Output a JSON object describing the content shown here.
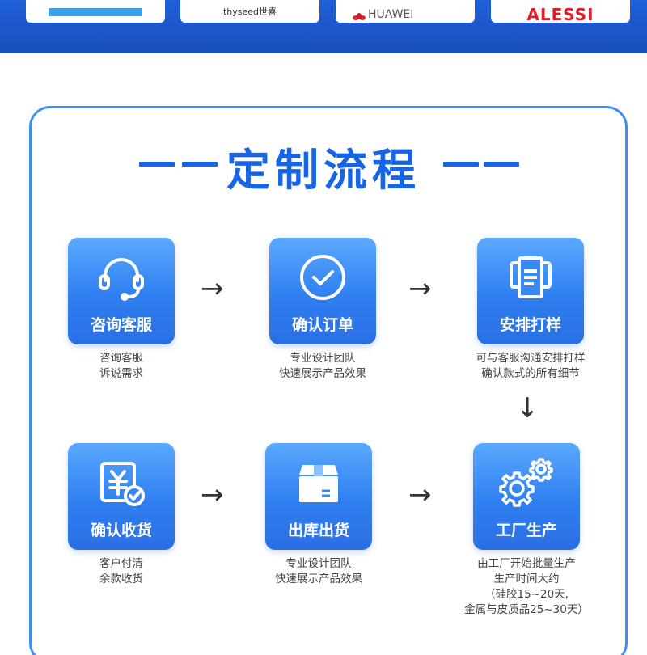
{
  "header": {
    "logos": [
      "",
      "thyseed世喜",
      "HUAWEI",
      "ALESSI"
    ]
  },
  "title": "定制流程",
  "steps": [
    {
      "label": "咨询客服",
      "desc": [
        "咨询客服",
        "诉说需求"
      ],
      "icon": "headset-icon"
    },
    {
      "label": "确认订单",
      "desc": [
        "专业设计团队",
        "快速展示产品效果"
      ],
      "icon": "check-circle-icon"
    },
    {
      "label": "安排打样",
      "desc": [
        "可与客服沟通安排打样",
        "确认款式的所有细节"
      ],
      "icon": "printer-icon"
    },
    {
      "label": "工厂生产",
      "desc": [
        "由工厂开始批量生产",
        "生产时间大约",
        "（硅胶15~20天,",
        "金属与皮质品25~30天）"
      ],
      "icon": "gears-icon"
    },
    {
      "label": "出库出货",
      "desc": [
        "专业设计团队",
        "快速展示产品效果"
      ],
      "icon": "box-icon"
    },
    {
      "label": "确认收货",
      "desc": [
        "客户付清",
        "余款收货"
      ],
      "icon": "payment-check-icon"
    }
  ],
  "arrows": {
    "right": "→",
    "down": "↓"
  },
  "colors": {
    "primary": "#1565e6",
    "band": "#1f5fd6",
    "frame": "#3f8ff2"
  }
}
